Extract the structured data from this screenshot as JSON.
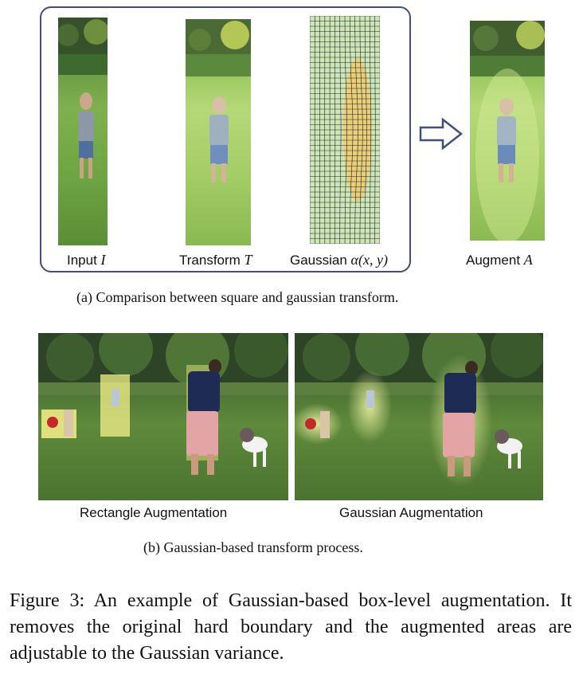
{
  "panel_a": {
    "labels": {
      "input": "Input ",
      "input_var": "I",
      "transform": "Transform ",
      "transform_var": "T",
      "gaussian": "Gaussian ",
      "gaussian_var": "α(x, y)",
      "augment": "Augment ",
      "augment_var": "A"
    },
    "caption": "(a)  Comparison between square and gaussian transform."
  },
  "panel_b": {
    "labels": {
      "rectangle": "Rectangle Augmentation",
      "gaussian": "Gaussian Augmentation"
    },
    "caption": "(b)  Gaussian-based transform process."
  },
  "figure_caption": "Figure 3:  An example of Gaussian-based box-level augmentation. It removes the original hard boundary and the augmented areas are adjustable to the Gaussian variance.",
  "colors": {
    "frame": "#3f4f78",
    "highlight": "#f4f08a",
    "grid_line": "#222222",
    "grid_fill": "#cde6b8",
    "gaussian_peak": "#f2c766"
  },
  "icons": {
    "arrow": "right-arrow-outline-icon"
  }
}
